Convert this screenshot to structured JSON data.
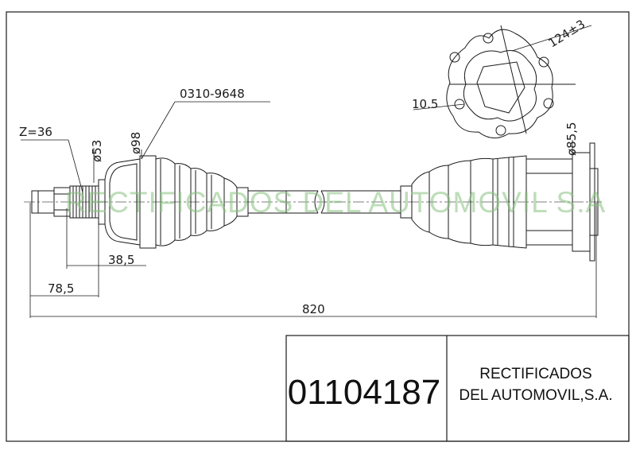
{
  "drawing": {
    "spline_label": "Z=36",
    "dia_inner": "ø53",
    "dia_boot": "ø98",
    "ref_code": "0310-9648",
    "dim_38": "38,5",
    "dim_78": "78,5",
    "total_length": "820",
    "dia_outer": "ø85,5",
    "flange_dim": "124±3",
    "bolt_dim": "10.5"
  },
  "watermark": "RECTIFICADOS DEL AUTOMOVIL S.A",
  "title_block": {
    "part_number": "01104187",
    "company_line1": "RECTIFICADOS",
    "company_line2": "DEL AUTOMOVIL,S.A."
  }
}
